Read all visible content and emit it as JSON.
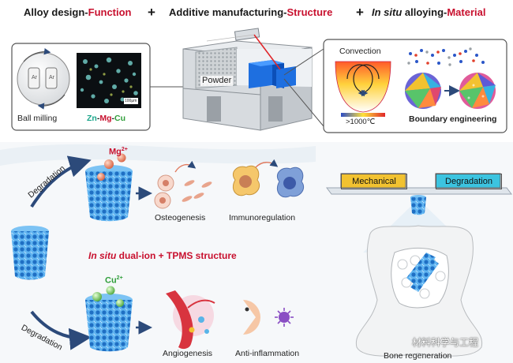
{
  "header": {
    "part1_a": "Alloy design-",
    "part1_b": "Function",
    "part2_a": "Additive manufacturing-",
    "part2_b": "Structure",
    "part3_a": "In situ",
    "part3_b": " alloying-",
    "part3_c": "Material",
    "plus": "+"
  },
  "top_panel": {
    "ar_label": "Ar",
    "ball_milling": "Ball milling",
    "alloy": {
      "zn": "Zn",
      "mg": "Mg",
      "cu": "Cu",
      "dash": "-"
    },
    "powder": "Powder",
    "convection": "Convection",
    "temperature": ">1000℃",
    "boundary": "Boundary engineering",
    "scale": "100μm"
  },
  "middle": {
    "degradation": "Degradation",
    "mg_ion": "Mg",
    "mg_charge": "2+",
    "osteogenesis": "Osteogenesis",
    "immunoregulation": "Immunoregulation",
    "center_title_a": "In situ",
    "center_title_b": " dual-ion + TPMS structure",
    "cu_ion": "Cu",
    "cu_charge": "2+",
    "angiogenesis": "Angiogenesis",
    "anti_inflammation": "Anti-inflammation"
  },
  "right": {
    "mechanical": "Mechanical",
    "degradation": "Degradation",
    "bone": "Bone regeneration",
    "watermark": "材料科学与工程"
  },
  "colors": {
    "accent_red": "#c8102e",
    "scaffold_blue": "#2f8fe0",
    "badge_yellow": "#f2c230",
    "badge_cyan": "#3cc4e0"
  }
}
